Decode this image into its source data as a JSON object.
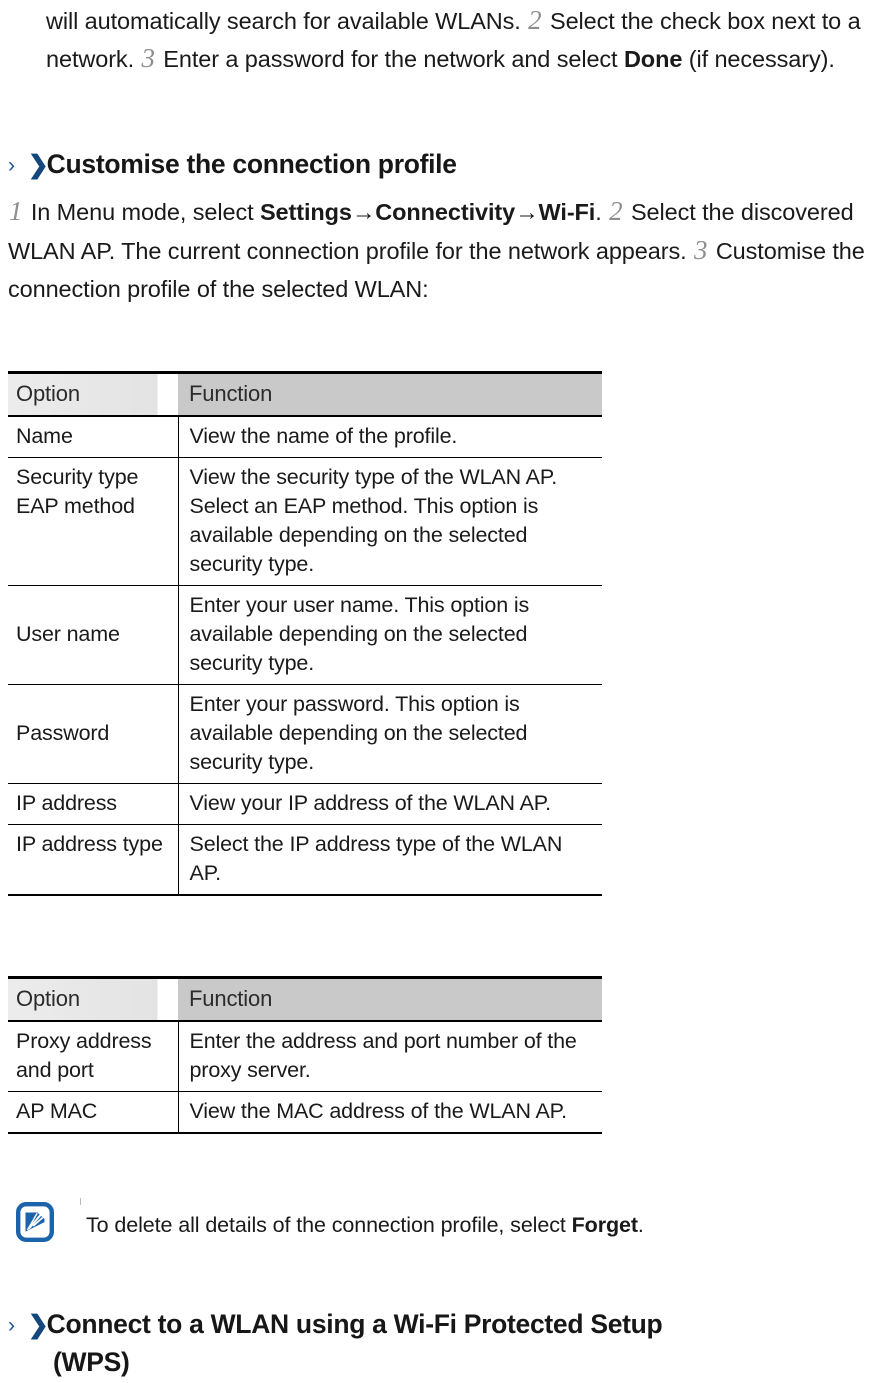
{
  "document": {
    "intro_paragraph": {
      "line1_text_a": "will automatically search for available WLANs.",
      "step2": "2",
      "line1_text_b": "Select the check box",
      "line2_text_a": "next to a network.",
      "step3": "3",
      "line2_text_b": "Enter a password for the network and select",
      "line3_bold": "Done",
      "line3_text": "(if necessary)."
    },
    "heading_customise": {
      "chevron_thin": "›",
      "chevron_bold": "❯",
      "text": "Customise the connection profile"
    },
    "customise_steps": {
      "step1": "1",
      "text_a": "In Menu mode, select",
      "bold_settings": "Settings",
      "arrow1": "→",
      "bold_connectivity": "Connectivity",
      "arrow2": "→",
      "bold_wifi": "Wi-Fi",
      "period": ".",
      "step2": "2",
      "text_b": "Select the discovered WLAN AP. The current connection profile for the network appears.",
      "step3": "3",
      "text_c": "Customise the connection profile of the selected WLAN:"
    },
    "table1": {
      "headers": {
        "option": "Option",
        "function": "Function"
      },
      "rows": [
        {
          "option": "Name",
          "function": "View the name of the profile.",
          "align": "middle"
        },
        {
          "option": "Security type EAP method",
          "function": "View the security type of the WLAN AP. Select an EAP method. This option is available depending on the selected security type.",
          "align": "top"
        },
        {
          "option": "User name",
          "function": "Enter your user name. This option is available depending on the selected security type.",
          "align": "middle"
        },
        {
          "option": "Password",
          "function": "Enter your password. This option is available depending on the selected security type.",
          "align": "middle"
        },
        {
          "option": "IP address",
          "function": "View your IP address of the WLAN AP.",
          "align": "middle"
        },
        {
          "option": "IP address type",
          "function": "Select the IP address type of the WLAN AP.",
          "align": "top"
        }
      ]
    },
    "table2": {
      "headers": {
        "option": "Option",
        "function": "Function"
      },
      "rows": [
        {
          "option": "Proxy address and port",
          "function": "Enter the address and port number of the proxy server.",
          "align": "top"
        },
        {
          "option": "AP MAC",
          "function": "View the MAC address of the WLAN AP.",
          "align": "middle"
        }
      ]
    },
    "note": {
      "icon": "note-icon",
      "text_a": "To delete all details of the connection profile, select",
      "bold_forget": "Forget",
      "text_b": "."
    },
    "heading_wps": {
      "chevron_thin": "›",
      "chevron_bold": "❯",
      "text_line1": "Connect to a WLAN using a Wi-Fi Protected Setup",
      "text_line2": "(WPS)"
    },
    "colors": {
      "chevron_thin": "#21559c",
      "chevron_bold": "#14477e",
      "note_icon": "#1b63ab",
      "header_option_bg": "#e9e9e9",
      "header_function_bg": "#c9c9c9",
      "text": "#1a1a1a",
      "step_number": "#8e8e8e"
    }
  }
}
